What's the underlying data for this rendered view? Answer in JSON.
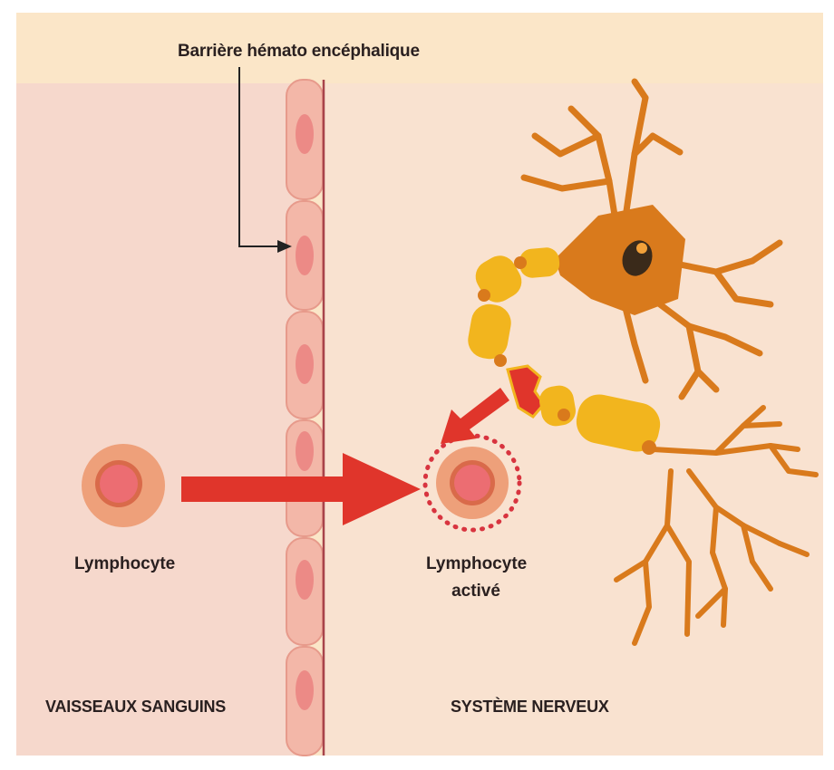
{
  "labels": {
    "barrier": "Barrière hémato encéphalique",
    "lymphocyte": "Lymphocyte",
    "activated_line1": "Lymphocyte",
    "activated_line2": "activé",
    "vessels": "VAISSEAUX SANGUINS",
    "nervous_system": "SYSTÈME NERVEUX"
  },
  "colors": {
    "background": "#fbe6c8",
    "vessel_zone": "#f6d8cc",
    "nervous_zone": "#f9e2d0",
    "arrow": "#e0352b",
    "neuron": "#d97a1c",
    "myelin": "#f2b51e",
    "cell_outer": "#eea07a",
    "cell_inner": "#ec6d72"
  },
  "icons": {
    "barrier_pointer": "elbow-arrow-icon",
    "migration_arrow": "right-arrow-icon",
    "attack_arrow": "diagonal-arrow-icon"
  }
}
